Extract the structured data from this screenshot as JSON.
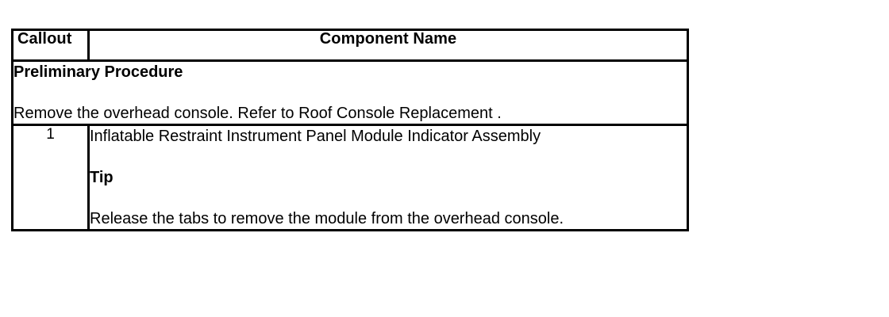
{
  "table": {
    "headers": {
      "callout": "Callout",
      "component_name": "Component Name"
    },
    "preliminary": {
      "title": "Preliminary Procedure",
      "text": "Remove the overhead console. Refer to Roof Console Replacement ."
    },
    "rows": [
      {
        "callout": "1",
        "name": "Inflatable Restraint Instrument Panel Module Indicator Assembly",
        "tip_label": "Tip",
        "tip_text": "Release the tabs to remove the module from the overhead console."
      }
    ]
  },
  "colors": {
    "border": "#000000",
    "text": "#000000",
    "background": "#ffffff"
  }
}
